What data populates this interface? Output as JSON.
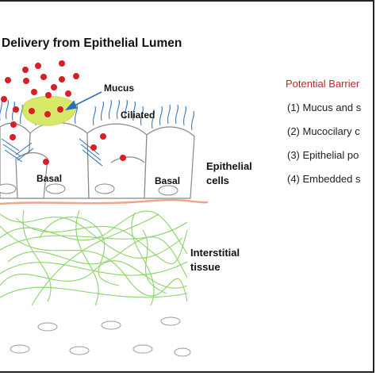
{
  "title": "Delivery from Epithelial Lumen",
  "labels": {
    "mucus": "Mucus",
    "ciliated": "Ciliated",
    "basal_left": "Basal",
    "basal_right": "Basal",
    "epithelial_line1": "Epithelial",
    "epithelial_line2": "cells",
    "interstitial_line1": "Interstitial",
    "interstitial_line2": "tissue"
  },
  "barriers": {
    "heading": "Potential Barrier",
    "items": [
      "(1)  Mucus and s",
      "(2)  Mucocilary c",
      "(3)  Epithelial po",
      "(4)  Embedded s"
    ]
  },
  "colors": {
    "particle": "#d81f26",
    "mucus_blob": "#d7e86a",
    "cilia": "#2a6fb5",
    "fibers": "#7fcf58",
    "basement": "#f0a58a",
    "heading": "#d0202a"
  }
}
